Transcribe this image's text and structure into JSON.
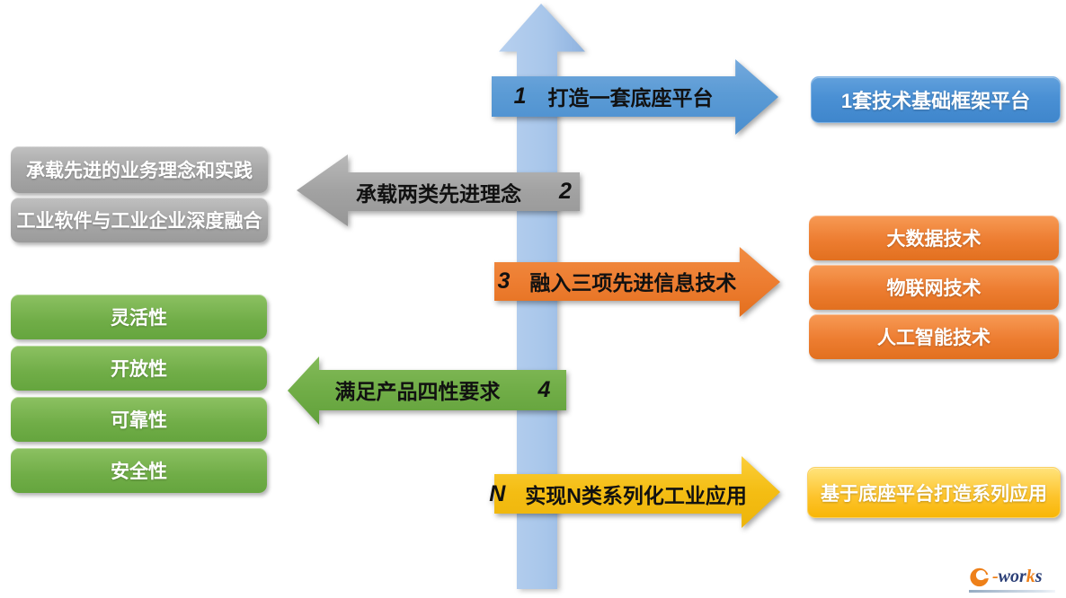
{
  "diagram": {
    "title_hint": "platform architecture steps diagram",
    "colors": {
      "spine": "#A8C6EA",
      "step1": "#5B9BD5",
      "step2": "#A6A6A6",
      "step3": "#ED7D31",
      "step4": "#70AD47",
      "stepN": "#F4BD13"
    },
    "rows": [
      {
        "number": "1",
        "arrow_label": "打造一套底座平台",
        "direction": "right",
        "boxes": [
          "1套技术基础框架平台"
        ]
      },
      {
        "number": "2",
        "arrow_label": "承载两类先进理念",
        "direction": "left",
        "boxes": [
          "承载先进的业务理念和实践",
          "工业软件与工业企业深度融合"
        ]
      },
      {
        "number": "3",
        "arrow_label": "融入三项先进信息技术",
        "direction": "right",
        "boxes": [
          "大数据技术",
          "物联网技术",
          "人工智能技术"
        ]
      },
      {
        "number": "4",
        "arrow_label": "满足产品四性要求",
        "direction": "left",
        "boxes": [
          "灵活性",
          "开放性",
          "可靠性",
          "安全性"
        ]
      },
      {
        "number": "N",
        "arrow_label": "实现N类系列化工业应用",
        "direction": "right",
        "boxes": [
          "基于底座平台打造系列应用"
        ]
      }
    ],
    "logo": {
      "dash": "-",
      "wor": "wor",
      "k": "k",
      "s": "s"
    }
  }
}
